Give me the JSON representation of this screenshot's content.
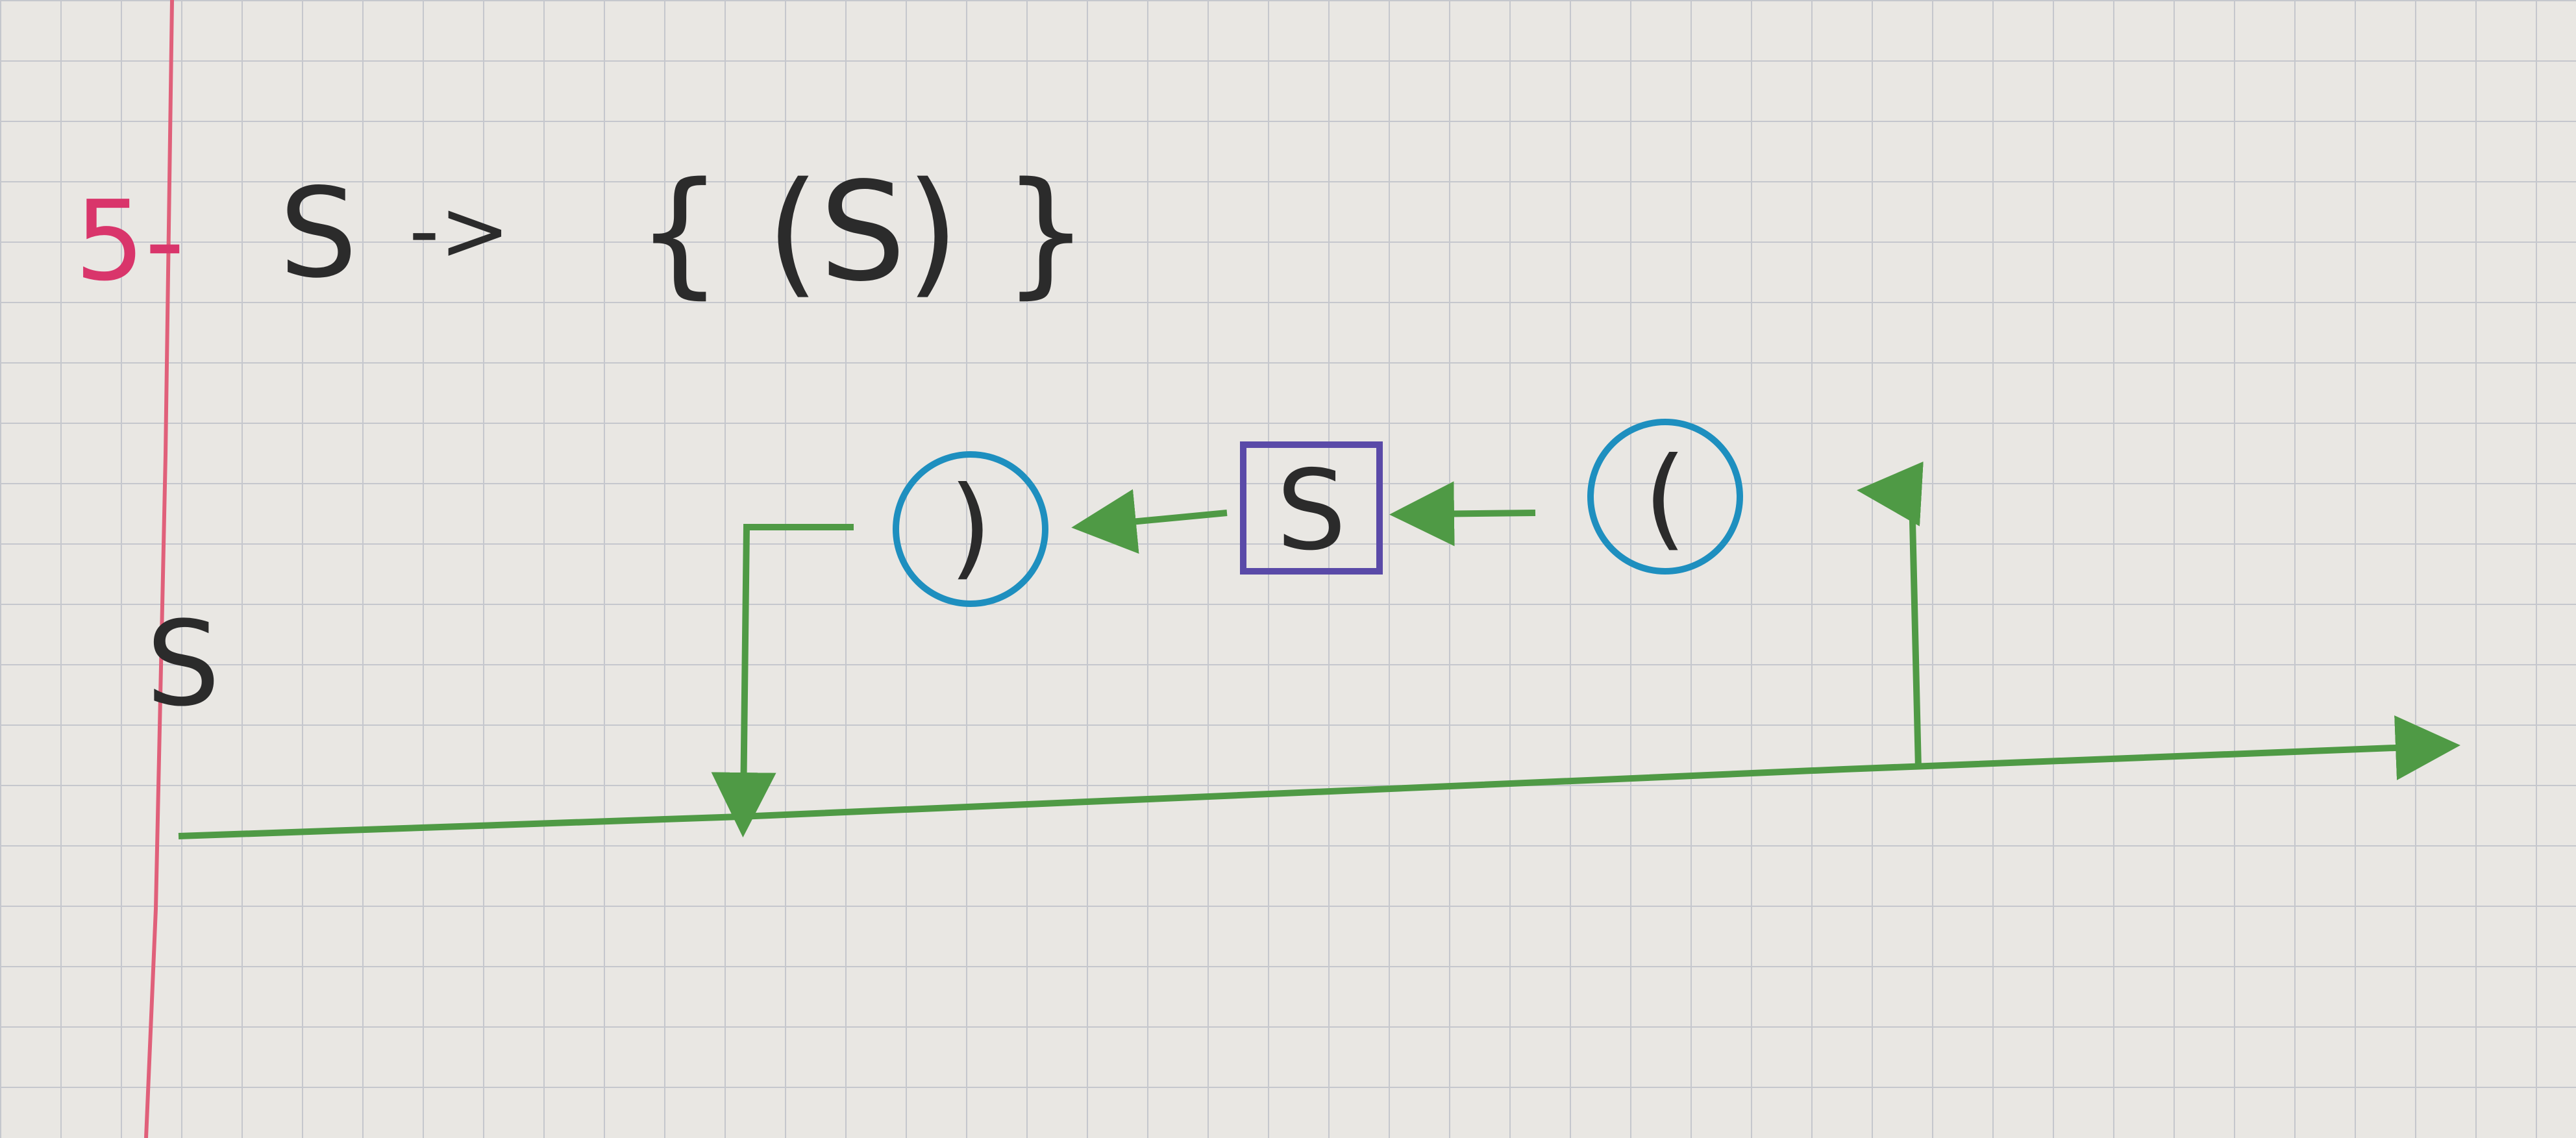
{
  "exercise": {
    "number": "5-",
    "rule_lhs": "S",
    "rule_arrow": "->",
    "rule_rhs": "{ (S) }"
  },
  "diagram": {
    "start_label": "S",
    "nodes": [
      {
        "id": "close-paren",
        "text": ")",
        "kind": "terminal"
      },
      {
        "id": "nonterminal-s",
        "text": "S",
        "kind": "nonterminal"
      },
      {
        "id": "open-paren",
        "text": "(",
        "kind": "terminal"
      }
    ]
  },
  "colors": {
    "paper": "#e9e7e3",
    "grid": "#b9bcc6",
    "margin_line": "#e0607a",
    "number_ink": "#d9356b",
    "pencil_ink": "#2b2b2b",
    "track_green": "#4f9a45",
    "terminal_blue": "#1e8fbf",
    "nonterminal_purple": "#5a4aa8"
  },
  "icons": {
    "terminal_shape": "circle",
    "nonterminal_shape": "square",
    "arrowhead": "triangle-arrowhead-icon"
  }
}
